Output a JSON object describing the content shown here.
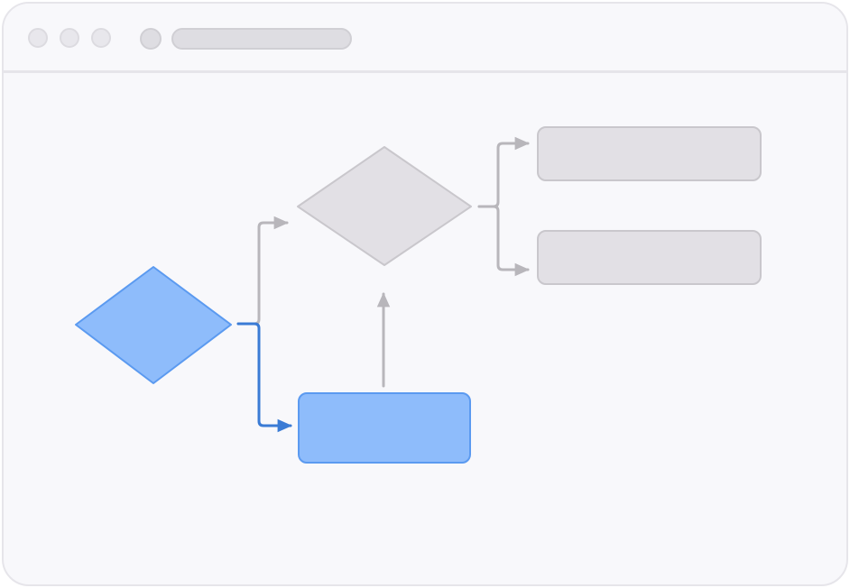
{
  "window": {
    "title": "",
    "address": ""
  },
  "diagram": {
    "nodes": [
      {
        "id": "start-decision",
        "shape": "diamond",
        "label": "",
        "state": "active"
      },
      {
        "id": "process-box",
        "shape": "rectangle",
        "label": "",
        "state": "active"
      },
      {
        "id": "branch-decision",
        "shape": "diamond",
        "label": "",
        "state": "inactive"
      },
      {
        "id": "outcome-top",
        "shape": "rectangle",
        "label": "",
        "state": "inactive"
      },
      {
        "id": "outcome-bottom",
        "shape": "rectangle",
        "label": "",
        "state": "inactive"
      }
    ],
    "edges": [
      {
        "from": "start-decision",
        "to": "process-box",
        "state": "active"
      },
      {
        "from": "start-decision",
        "to": "branch-decision",
        "state": "inactive"
      },
      {
        "from": "process-box",
        "to": "branch-decision",
        "state": "inactive"
      },
      {
        "from": "branch-decision",
        "to": "outcome-top",
        "state": "inactive"
      },
      {
        "from": "branch-decision",
        "to": "outcome-bottom",
        "state": "inactive"
      }
    ]
  },
  "colors": {
    "active_fill": "#8ebcfb",
    "active_stroke": "#5b9af0",
    "active_edge": "#3a7bd5",
    "inactive_fill": "#e2e0e5",
    "inactive_stroke": "#c9c7cc",
    "inactive_edge": "#b8b6bb",
    "window_bg": "#f8f8fb",
    "chrome_border": "#e6e5ea"
  }
}
